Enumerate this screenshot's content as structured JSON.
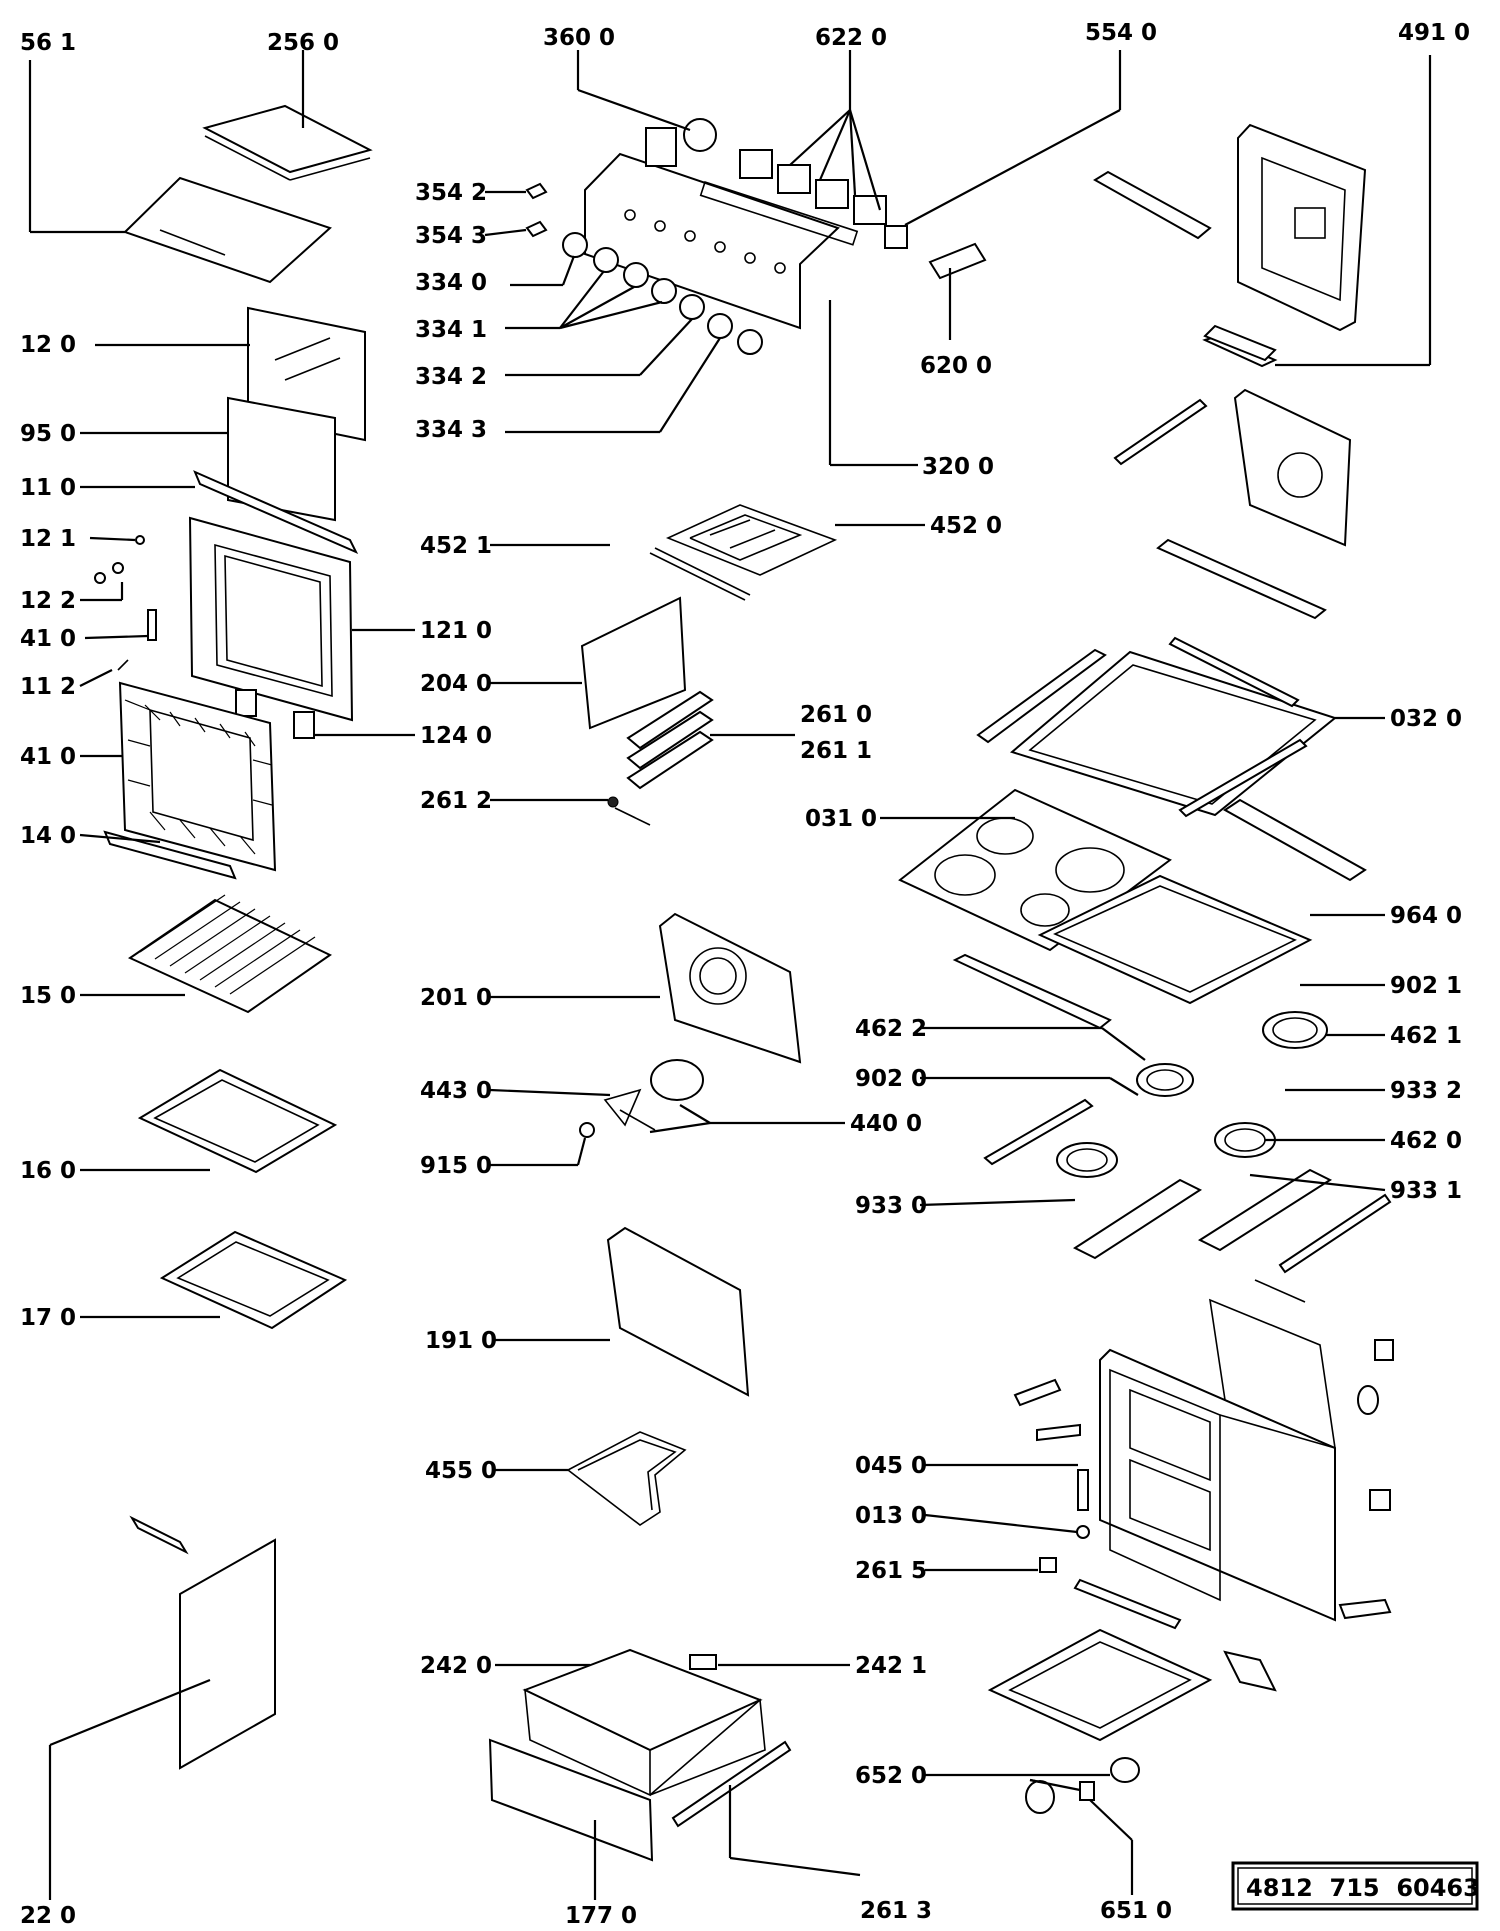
{
  "labels": {
    "l5610": "56 1",
    "l2560": "256 0",
    "l3600": "360 0",
    "l6220": "622 0",
    "l5540": "554 0",
    "l4910": "491 0",
    "l3542": "354 2",
    "l3543": "354 3",
    "l3340": "334 0",
    "l3341": "334 1",
    "l3342": "334 2",
    "l3343": "334 3",
    "l6200": "620 0",
    "l3200": "320 0",
    "l120": "12 0",
    "l950": "95 0",
    "l110": "11 0",
    "l121": "12 1",
    "l122": "12 2",
    "l410a": "41 0",
    "l112": "11 2",
    "l410b": "41 0",
    "l140": "14 0",
    "l4521": "452 1",
    "l4520": "452 0",
    "l1210": "121 0",
    "l2040": "204 0",
    "l1240": "124 0",
    "l2610": "261 0",
    "l2611": "261 1",
    "l2612": "261 2",
    "l0320": "032 0",
    "l0310": "031 0",
    "l9640": "964 0",
    "l150": "15 0",
    "l2010": "201 0",
    "l9021": "902 1",
    "l4622": "462 2",
    "l4621": "462 1",
    "l9020": "902 0",
    "l9332": "933 2",
    "l4430": "443 0",
    "l4400": "440 0",
    "l160": "16 0",
    "l9150": "915 0",
    "l4620": "462 0",
    "l9331": "933 1",
    "l9330": "933 0",
    "l170": "17 0",
    "l1910": "191 0",
    "l4550": "455 0",
    "l0450": "045 0",
    "l0130": "013 0",
    "l2615": "261 5",
    "l2420": "242 0",
    "l2421": "242 1",
    "l6520": "652 0",
    "l220": "22 0",
    "l1770": "177 0",
    "l2613": "261 3",
    "l6510": "651 0"
  },
  "document_number": "4812  715  60463"
}
